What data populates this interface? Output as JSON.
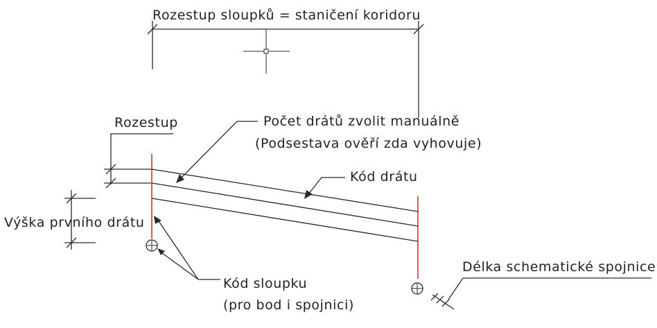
{
  "labels": {
    "spacing_title": "Rozestup sloupků = staničení koridoru",
    "spacing": "Rozestup",
    "wire_count_line1": "Počet drátů zvolit manuálně",
    "wire_count_line2": "(Podsestava ověří zda vyhovuje)",
    "wire_code": "Kód drátu",
    "first_wire_height": "Výška prvního drátu",
    "pole_code_line1": "Kód sloupku",
    "pole_code_line2": "(pro bod i spojnici)",
    "schematic_length": "Délka schematické spojnice"
  },
  "colors": {
    "line": "#2a2a2a",
    "pole": "#e02020",
    "text": "#222222",
    "background": "#ffffff"
  }
}
